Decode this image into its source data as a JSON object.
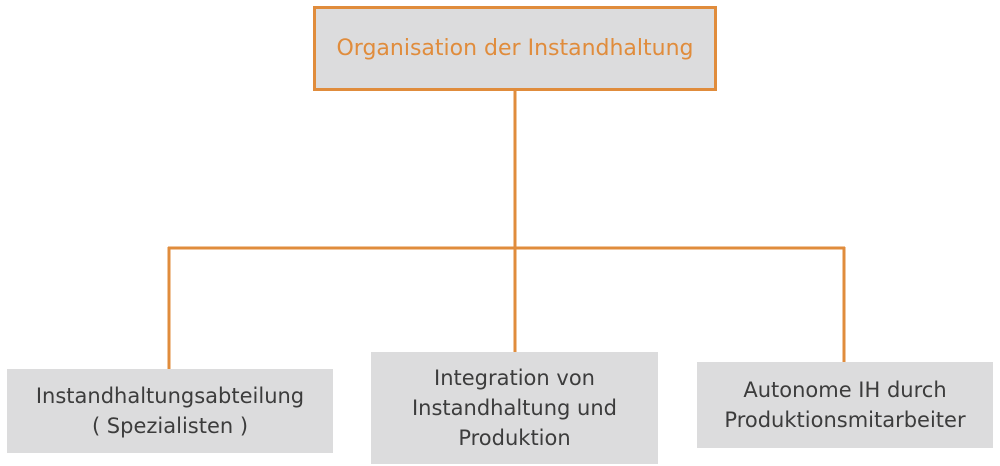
{
  "colors": {
    "connector": "#e08c3c",
    "root_border": "#e08c3c",
    "root_text": "#e08c3c",
    "box_fill": "#dcdcdd",
    "box_text": "#3c3c3c"
  },
  "diagram": {
    "root": {
      "label": "Organisation der Instandhaltung"
    },
    "children": [
      {
        "lines": [
          "Instandhaltungsabteilung",
          "( Spezialisten )"
        ]
      },
      {
        "lines": [
          "Integration von",
          "Instandhaltung und",
          "Produktion"
        ]
      },
      {
        "lines": [
          "Autonome IH durch",
          "Produktionsmitarbeiter"
        ]
      }
    ]
  }
}
